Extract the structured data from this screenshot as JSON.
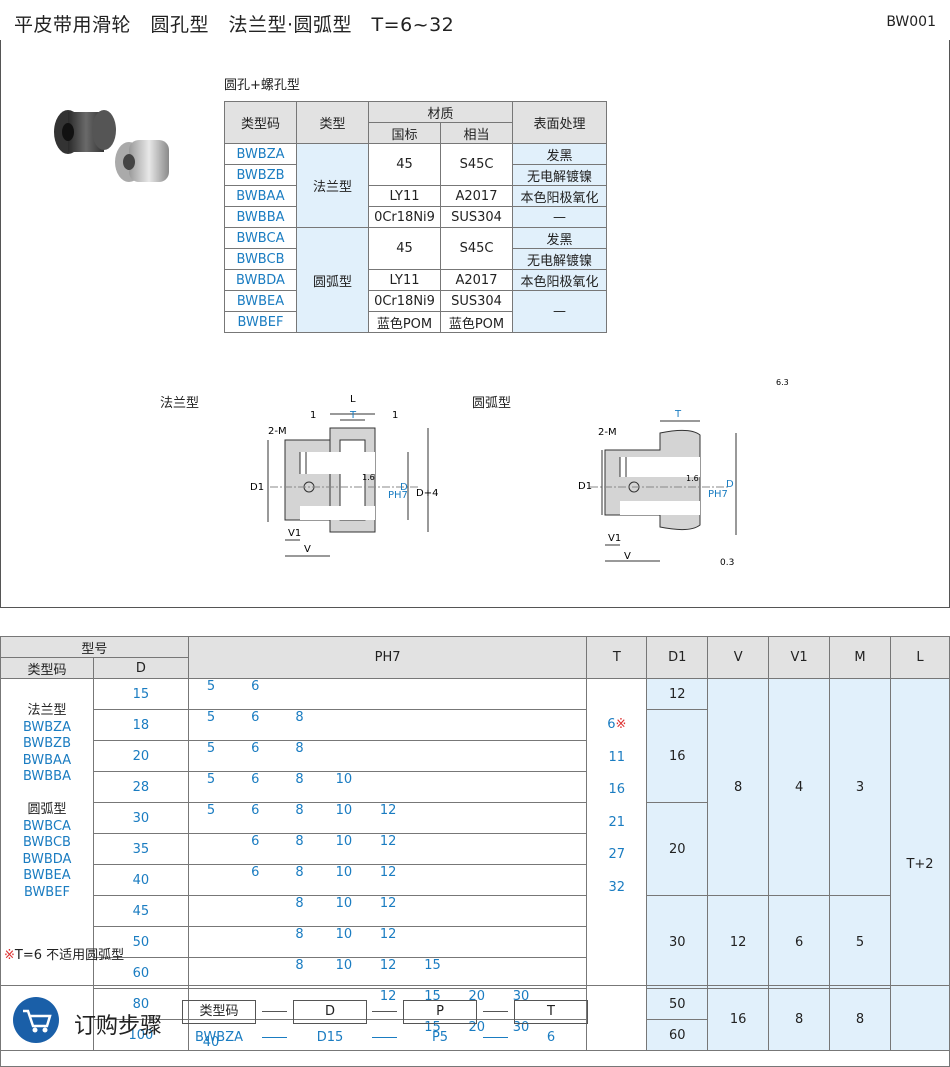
{
  "header": {
    "title": "平皮带用滑轮　圆孔型　法兰型·圆弧型　T=6~32",
    "code": "BW001"
  },
  "material_table": {
    "caption": "圆孔+螺孔型",
    "headers": {
      "type_code": "类型码",
      "type": "类型",
      "material": "材质",
      "national": "国标",
      "equivalent": "相当",
      "surface": "表面处理"
    },
    "codes": [
      "BWBZA",
      "BWBZB",
      "BWBAA",
      "BWBBA",
      "BWBCA",
      "BWBCB",
      "BWBDA",
      "BWBEA",
      "BWBEF"
    ],
    "type_flange": "法兰型",
    "type_arc": "圆弧型",
    "mat_45": "45",
    "mat_s45c": "S45C",
    "mat_ly11": "LY11",
    "mat_a2017": "A2017",
    "mat_0cr": "0Cr18Ni9",
    "mat_sus": "SUS304",
    "mat_pom1": "蓝色POM",
    "mat_pom2": "蓝色POM",
    "surf_black": "发黑",
    "surf_nickel": "无电解镀镍",
    "surf_anod": "本色阳极氧化",
    "surf_none": "—"
  },
  "drawings": {
    "flange_label": "法兰型",
    "arc_label": "圆弧型",
    "labels": {
      "L": "L",
      "T": "T",
      "one": "1",
      "m": "2-M",
      "d1": "D1",
      "ph7": "PH7",
      "d": "D",
      "d4": "D+4",
      "v": "V",
      "v1": "V1",
      "r16": "1.6",
      "r63": "6.3",
      "r03": "0.3"
    }
  },
  "spec_table": {
    "header_model": "型号",
    "header_code": "类型码",
    "header_d": "D",
    "header_p": "PH7",
    "header_t": "T",
    "header_d1": "D1",
    "header_v": "V",
    "header_v1": "V1",
    "header_m": "M",
    "header_l": "L",
    "code_list": [
      "法兰型",
      "BWBZA",
      "BWBZB",
      "BWBAA",
      "BWBBA",
      "",
      "圆弧型",
      "BWBCA",
      "BWBCB",
      "BWBDA",
      "BWBEA",
      "BWBEF"
    ],
    "rows": [
      {
        "d": "15",
        "p": [
          "5",
          "6",
          "",
          "",
          "",
          "",
          "",
          "",
          ""
        ]
      },
      {
        "d": "18",
        "p": [
          "5",
          "6",
          "8",
          "",
          "",
          "",
          "",
          "",
          ""
        ]
      },
      {
        "d": "20",
        "p": [
          "5",
          "6",
          "8",
          "",
          "",
          "",
          "",
          "",
          ""
        ]
      },
      {
        "d": "28",
        "p": [
          "5",
          "6",
          "8",
          "10",
          "",
          "",
          "",
          "",
          ""
        ]
      },
      {
        "d": "30",
        "p": [
          "5",
          "6",
          "8",
          "10",
          "12",
          "",
          "",
          "",
          ""
        ]
      },
      {
        "d": "35",
        "p": [
          "",
          "6",
          "8",
          "10",
          "12",
          "",
          "",
          "",
          ""
        ]
      },
      {
        "d": "40",
        "p": [
          "",
          "6",
          "8",
          "10",
          "12",
          "",
          "",
          "",
          ""
        ]
      },
      {
        "d": "45",
        "p": [
          "",
          "",
          "8",
          "10",
          "12",
          "",
          "",
          "",
          ""
        ]
      },
      {
        "d": "50",
        "p": [
          "",
          "",
          "8",
          "10",
          "12",
          "",
          "",
          "",
          ""
        ]
      },
      {
        "d": "60",
        "p": [
          "",
          "",
          "8",
          "10",
          "12",
          "15",
          "",
          "",
          ""
        ]
      },
      {
        "d": "80",
        "p": [
          "",
          "",
          "",
          "",
          "12",
          "15",
          "20",
          "30",
          ""
        ]
      },
      {
        "d": "100",
        "p": [
          "",
          "",
          "",
          "",
          "",
          "15",
          "20",
          "30",
          "40"
        ]
      }
    ],
    "t_values": [
      "6",
      "11",
      "16",
      "21",
      "27",
      "32"
    ],
    "t_mark": "※",
    "d1": {
      "a": "12",
      "b": "16",
      "c": "20",
      "d": "30",
      "e": "50",
      "f": "60"
    },
    "v": {
      "a": "8",
      "b": "12",
      "c": "16"
    },
    "v1": {
      "a": "4",
      "b": "6",
      "c": "8"
    },
    "m": {
      "a": "3",
      "b": "5",
      "c": "8"
    },
    "l": "T+2"
  },
  "note": {
    "mark": "※",
    "text": "T=6 不适用圆弧型"
  },
  "order": {
    "label": "订购步骤",
    "fields": [
      "类型码",
      "D",
      "P",
      "T"
    ],
    "values": [
      "BWBZA",
      "D15",
      "P5",
      "6"
    ]
  },
  "colors": {
    "accent": "#1a7cc1",
    "light_blue": "#e1f0fb",
    "header_gray": "#e2e2e2",
    "icon_blue": "#1a5fa8"
  }
}
